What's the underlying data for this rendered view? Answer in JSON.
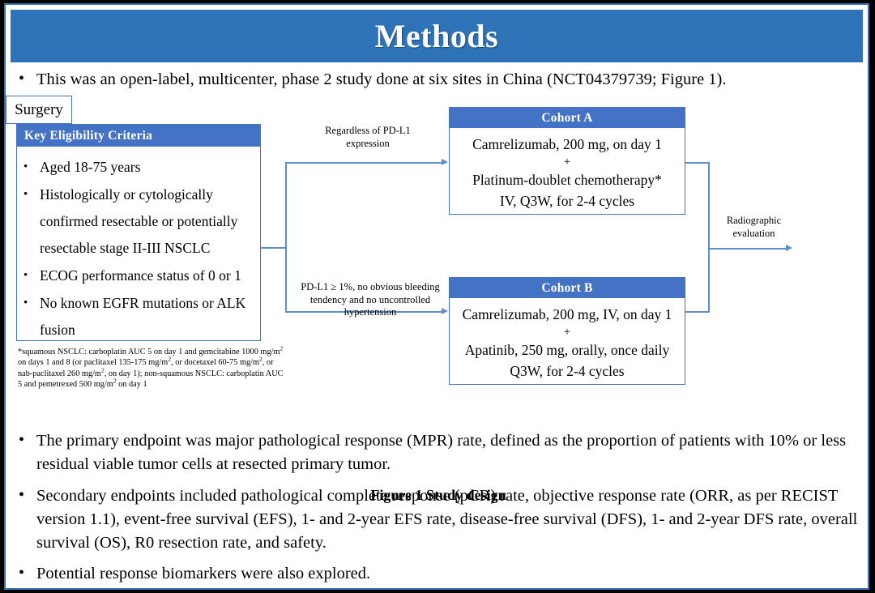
{
  "slide": {
    "title": "Methods",
    "accent_color": "#2e72b8",
    "box_header_color": "#4472c4",
    "connector_color": "#5b8fd4"
  },
  "intro": {
    "bullet": "•",
    "text": "This was an open-label, multicenter, phase 2 study done at six sites in China (NCT04379739; Figure 1)."
  },
  "figure": {
    "caption": "Figure 1 Study design",
    "eligibility": {
      "header": "Key  Eligibility Criteria",
      "bullet": "•",
      "items": [
        "Aged 18-75 years",
        "Histologically or cytologically confirmed resectable or potentially resectable stage II-III  NSCLC",
        "ECOG performance status of 0 or 1",
        "No known EGFR mutations or ALK fusion"
      ]
    },
    "footnote": {
      "line1_a": "*squamous NSCLC: carboplatin AUC 5 on day 1 and gemcitabine 1000 mg/m",
      "line1_b": " on days 1 and 8 (or paclitaxel 135-175 mg/m",
      "line1_c": ", or docetaxel 60-75 mg/m",
      "line1_d": ", or nab-paclitaxel 260 mg/m",
      "line1_e": ", on day 1); non-squamous NSCLC: carboplatin AUC 5 and pemetrexed 500 mg/m",
      "line1_f": " on day 1",
      "superscript": "2"
    },
    "cohort_a": {
      "header": "Cohort A",
      "line1": "Camrelizumab, 200 mg, on day 1",
      "plus": "+",
      "line2": "Platinum-doublet chemotherapy*",
      "line3": "IV, Q3W, for 2-4 cycles"
    },
    "cohort_b": {
      "header": "Cohort B",
      "line1": "Camrelizumab, 200 mg, IV, on day 1",
      "plus": "+",
      "line2": "Apatinib, 250 mg, orally, once daily",
      "line3": "Q3W, for 2-4 cycles"
    },
    "surgery": {
      "label": "Surgery"
    },
    "edge_labels": {
      "to_cohort_a": "Regardless of PD-L1 expression",
      "to_cohort_b": "PD-L1 ≥ 1%, no obvious bleeding tendency and no uncontrolled hypertension",
      "to_surgery": "Radiographic evaluation"
    }
  },
  "endpoints": {
    "bullet": "•",
    "primary": "The primary endpoint was major pathological response (MPR) rate, defined as the proportion of patients with 10% or less residual viable tumor cells at resected primary tumor.",
    "secondary": "Secondary endpoints included pathological complete response (pCR) rate, objective response rate (ORR, as per RECIST version 1.1), event-free survival (EFS), 1- and 2-year EFS rate, disease-free survival (DFS), 1- and 2-year DFS rate, overall survival (OS), R0 resection rate, and safety.",
    "biomarkers": "Potential response biomarkers were also explored."
  }
}
